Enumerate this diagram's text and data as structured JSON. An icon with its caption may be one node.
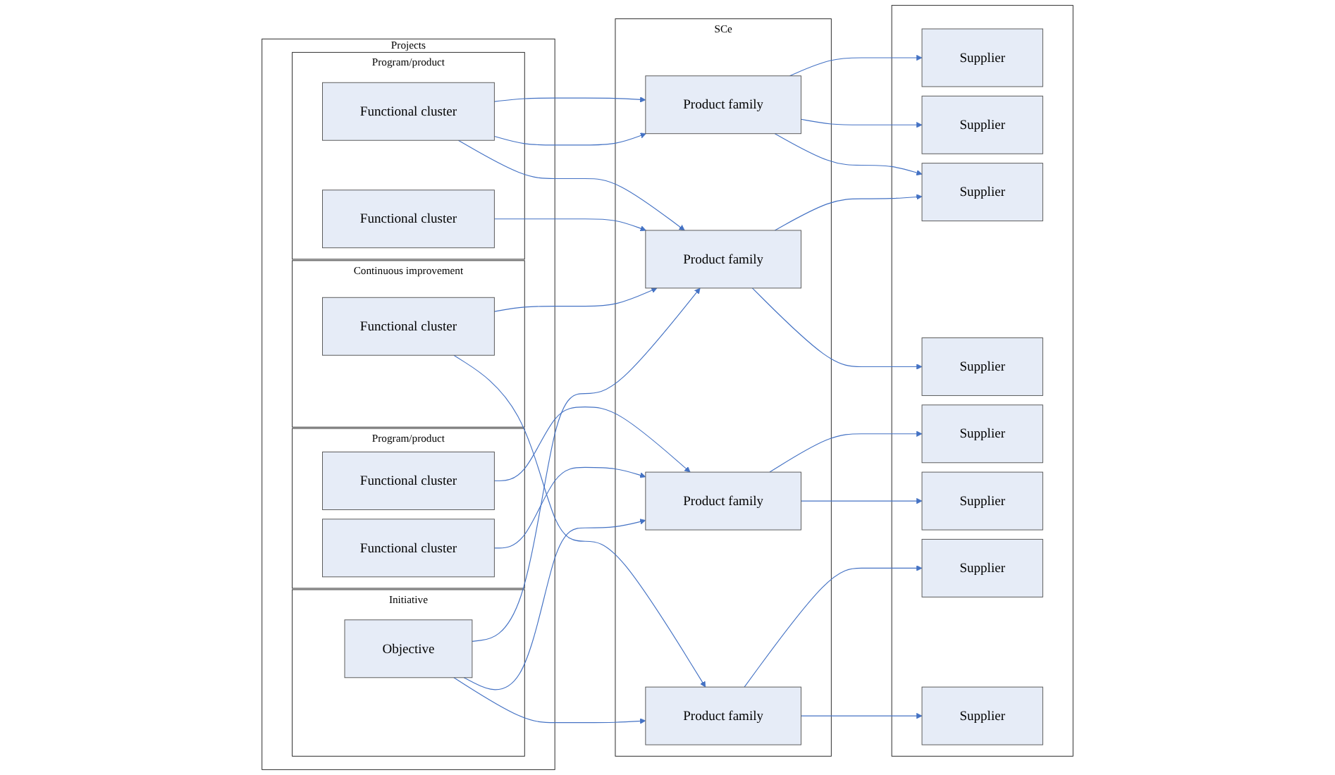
{
  "diagram": {
    "nodes": [
      {
        "text": [
          "Projects"
        ]
      },
      {
        "text": [
          "Program/product"
        ],
        "in": 0
      },
      {
        "text": [
          "Functional cluster"
        ],
        "in": 1
      },
      {
        "text": [
          "Functional cluster"
        ],
        "in": 1
      },
      {
        "text": [
          "Program/product"
        ],
        "in": 0
      },
      {
        "text": [
          "Functional cluster"
        ],
        "in": 4
      },
      {
        "text": [
          "Functional cluster"
        ],
        "in": 4
      },
      {
        "text": [
          "Continuous improvement"
        ],
        "in": 0
      },
      {
        "text": [
          "Functional cluster"
        ],
        "in": 7
      },
      {
        "text": [
          "Initiative"
        ],
        "in": 0
      },
      {
        "text": [
          "Objective"
        ],
        "in": 9
      },
      {
        "text": [
          "SCe"
        ]
      },
      {
        "text": [
          "Product family"
        ],
        "in": 11
      },
      {
        "text": [
          "Product family"
        ],
        "in": 11
      },
      {
        "text": [
          "Product family"
        ],
        "in": 11
      },
      {
        "text": [
          "Product family"
        ],
        "in": 11
      },
      {
        "text": [],
        "shape": "box"
      },
      {
        "text": [
          "Supplier"
        ],
        "in": 16
      },
      {
        "text": [
          "Supplier"
        ],
        "in": 16
      },
      {
        "text": [
          "Supplier"
        ],
        "in": 16
      },
      {
        "text": [
          "Supplier"
        ],
        "in": 16
      },
      {
        "text": [
          "Supplier"
        ],
        "in": 16
      },
      {
        "text": [
          "Supplier"
        ],
        "in": 16
      },
      {
        "text": [
          "Supplier"
        ],
        "in": 16
      },
      {
        "text": [
          "Supplier"
        ],
        "in": 16
      }
    ],
    "edges": [
      {
        "from": 2,
        "to": 12,
        "arrow": "to"
      },
      {
        "from": 2,
        "to": 12,
        "arrow": "to"
      },
      {
        "from": 2,
        "to": 13,
        "arrow": "to"
      },
      {
        "from": 3,
        "to": 13,
        "arrow": "to"
      },
      {
        "from": 5,
        "to": 14,
        "arrow": "to"
      },
      {
        "from": 6,
        "to": 14,
        "arrow": "to"
      },
      {
        "from": 8,
        "to": 13,
        "arrow": "to"
      },
      {
        "from": 8,
        "to": 15,
        "arrow": "to"
      },
      {
        "from": 10,
        "to": 13,
        "arrow": "to"
      },
      {
        "from": 10,
        "to": 14,
        "arrow": "to"
      },
      {
        "from": 10,
        "to": 15,
        "arrow": "to"
      },
      {
        "from": 12,
        "to": 17,
        "arrow": "to"
      },
      {
        "from": 12,
        "to": 18,
        "arrow": "to"
      },
      {
        "from": 12,
        "to": 19,
        "arrow": "to"
      },
      {
        "from": 13,
        "to": 19,
        "arrow": "to"
      },
      {
        "from": 13,
        "to": 20,
        "arrow": "to"
      },
      {
        "from": 14,
        "to": 21,
        "arrow": "to"
      },
      {
        "from": 14,
        "to": 22,
        "arrow": "to"
      },
      {
        "from": 15,
        "to": 23,
        "arrow": "to"
      },
      {
        "from": 15,
        "to": 24,
        "arrow": "to"
      }
    ]
  }
}
